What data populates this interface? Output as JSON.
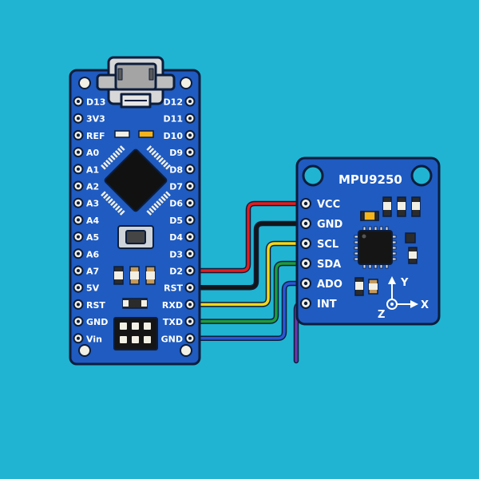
{
  "colors": {
    "background": "#20b4d2",
    "board": "#1f5bc0",
    "board_outline": "#0c1d3c",
    "pad": "#f2efe4",
    "wire_red": "#e41d1d",
    "wire_black": "#151515",
    "wire_yellow": "#f5d815",
    "wire_green": "#1f9b3e",
    "wire_blue": "#2a57d6",
    "wire_purple": "#6a37a8"
  },
  "nano": {
    "left_pins": [
      "D13",
      "3V3",
      "REF",
      "A0",
      "A1",
      "A2",
      "A3",
      "A4",
      "A5",
      "A6",
      "A7",
      "5V",
      "RST",
      "GND",
      "Vin"
    ],
    "right_pins": [
      "D12",
      "D11",
      "D10",
      "D9",
      "D8",
      "D7",
      "D6",
      "D5",
      "D4",
      "D3",
      "D2",
      "RST",
      "RXD",
      "TXD",
      "GND"
    ],
    "icons": [
      "usb-connector-icon",
      "microcontroller-chip-icon",
      "reset-button-icon",
      "icsp-header-icon"
    ]
  },
  "mpu": {
    "title": "MPU9250",
    "pins": [
      "VCC",
      "GND",
      "SCL",
      "SDA",
      "ADO",
      "INT"
    ],
    "axes": {
      "x": "X",
      "y": "Y",
      "z": "Z"
    }
  },
  "connections": [
    {
      "from": "D2",
      "to": "VCC",
      "color": "wire_red"
    },
    {
      "from": "RST",
      "to": "GND",
      "color": "wire_black"
    },
    {
      "from": "RXD",
      "to": "SCL",
      "color": "wire_yellow"
    },
    {
      "from": "TXD",
      "to": "SDA",
      "color": "wire_green"
    },
    {
      "from": "GND",
      "to": "ADO",
      "color": "wire_blue"
    },
    {
      "from": "INT",
      "to": "",
      "color": "wire_purple"
    }
  ]
}
